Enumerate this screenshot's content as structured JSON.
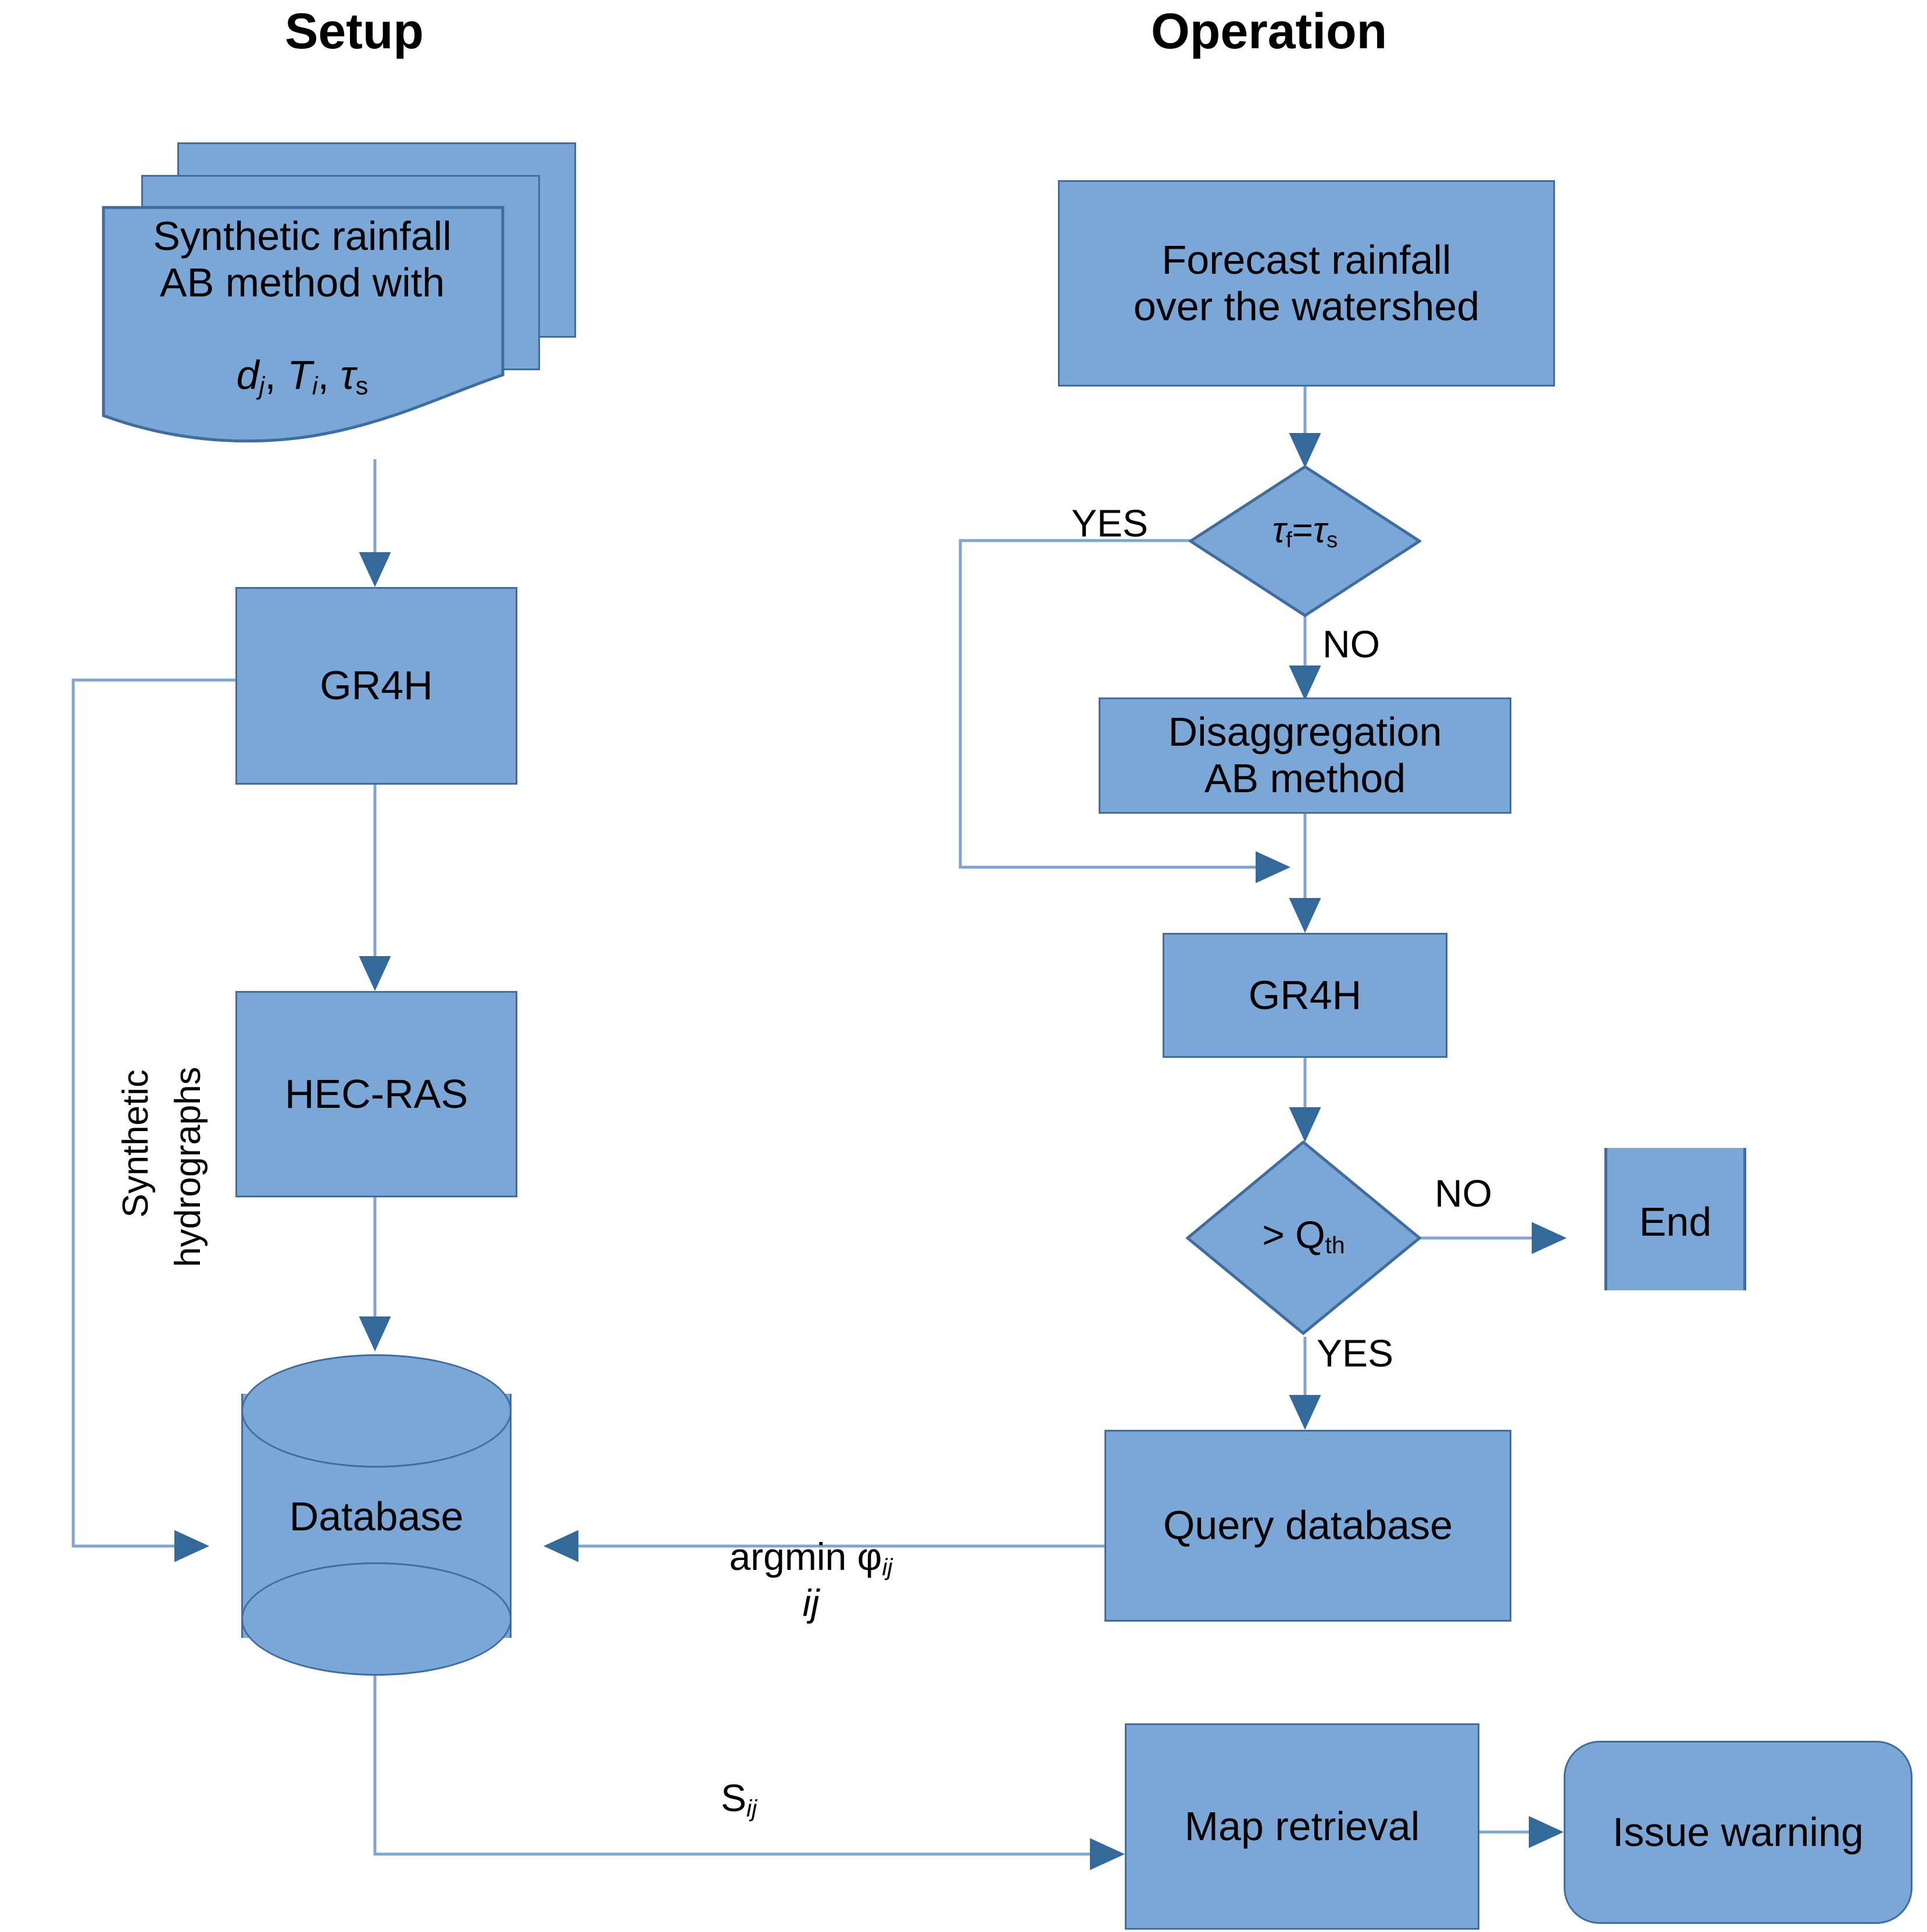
{
  "columns": {
    "setup_title": "Setup",
    "operation_title": "Operation"
  },
  "colors": {
    "node_fill": "#7BA7D7",
    "node_stroke": "#3F6E9E",
    "connector": "#7FA6CE",
    "arrowhead": "#33699B",
    "text": "#000000",
    "background": "#FFFFFF"
  },
  "setup": {
    "synthetic_rainfall": {
      "line1": "Synthetic rainfall",
      "line2": "AB method with",
      "params_d": "d",
      "params_d_sub": "j",
      "params_sep1": ", ",
      "params_T": "T",
      "params_T_sub": "i",
      "params_sep2": ", ",
      "params_tau": "τ",
      "params_tau_sub": "s"
    },
    "gr4h_label": "GR4H",
    "hecras_label": "HEC-RAS",
    "database_label": "Database",
    "feedback_label_line1": "Synthetic",
    "feedback_label_line2": "hydrographs"
  },
  "operation": {
    "forecast_line1": "Forecast rainfall",
    "forecast_line2": "over the watershed",
    "tau_decision": {
      "tau_f": "τ",
      "tau_f_sub": "f",
      "eq": "=",
      "tau_s": "τ",
      "tau_s_sub": "s"
    },
    "tau_decision_yes": "YES",
    "tau_decision_no": "NO",
    "disaggregation_line1": "Disaggregation",
    "disaggregation_line2": "AB method",
    "gr4h_label": "GR4H",
    "q_decision": {
      "gt": ">",
      "q": " Q",
      "q_sub": "th"
    },
    "q_decision_no": "NO",
    "q_decision_yes": "YES",
    "end_label": "End",
    "query_database_label": "Query database",
    "map_retrieval_label": "Map retrieval",
    "issue_warning_label": "Issue warning"
  },
  "edges": {
    "argmin_main": "argmin φ",
    "argmin_sub": "ij",
    "argmin_under": "ij",
    "s_main": "S",
    "s_sub": "ij"
  }
}
